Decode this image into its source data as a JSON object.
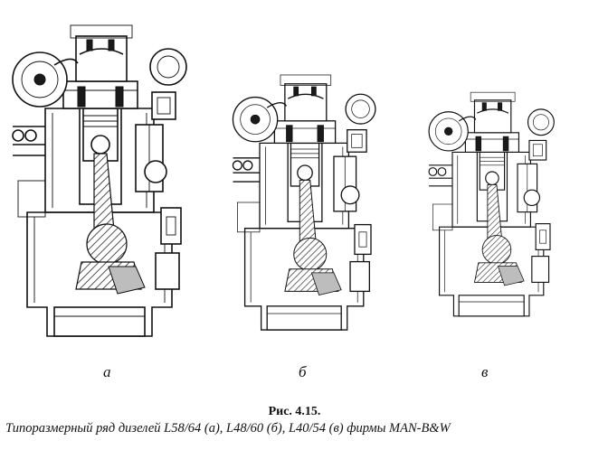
{
  "labels": {
    "a": "а",
    "b": "б",
    "v": "в"
  },
  "figure": {
    "title": "Рис. 4.15.",
    "caption": "Типоразмерный ряд дизелей L58/64 (а), L48/60 (б), L40/54 (в)  фирмы MAN-B&W"
  }
}
